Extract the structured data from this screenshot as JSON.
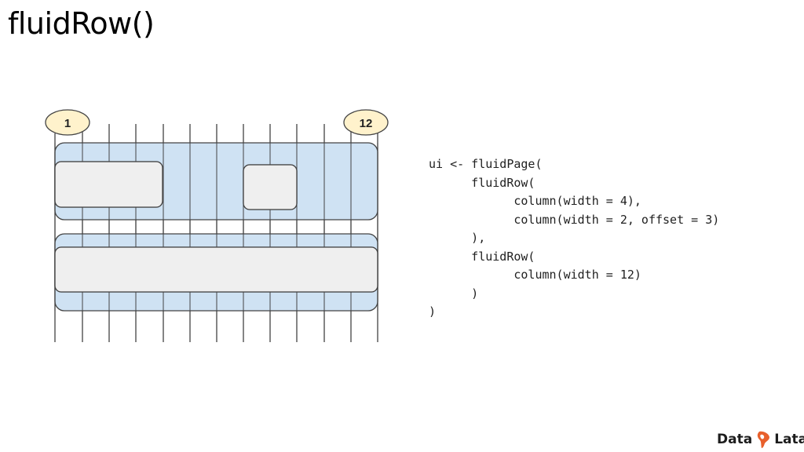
{
  "title": "fluidRow()",
  "grid": {
    "start_label": "1",
    "end_label": "12"
  },
  "code": [
    "ui <- fluidPage(",
    "      fluidRow(",
    "            column(width = 4),",
    "            column(width = 2, offset = 3)",
    "      ),",
    "      fluidRow(",
    "            column(width = 12)",
    "      )",
    ")"
  ],
  "logo": {
    "left_text": "Data",
    "right_text": "Latam"
  },
  "colors": {
    "row_fill": "#cfe2f3",
    "column_fill": "#efefef",
    "label_fill": "#fff2cc",
    "line": "#434343",
    "logo_accent": "#e8602c"
  }
}
